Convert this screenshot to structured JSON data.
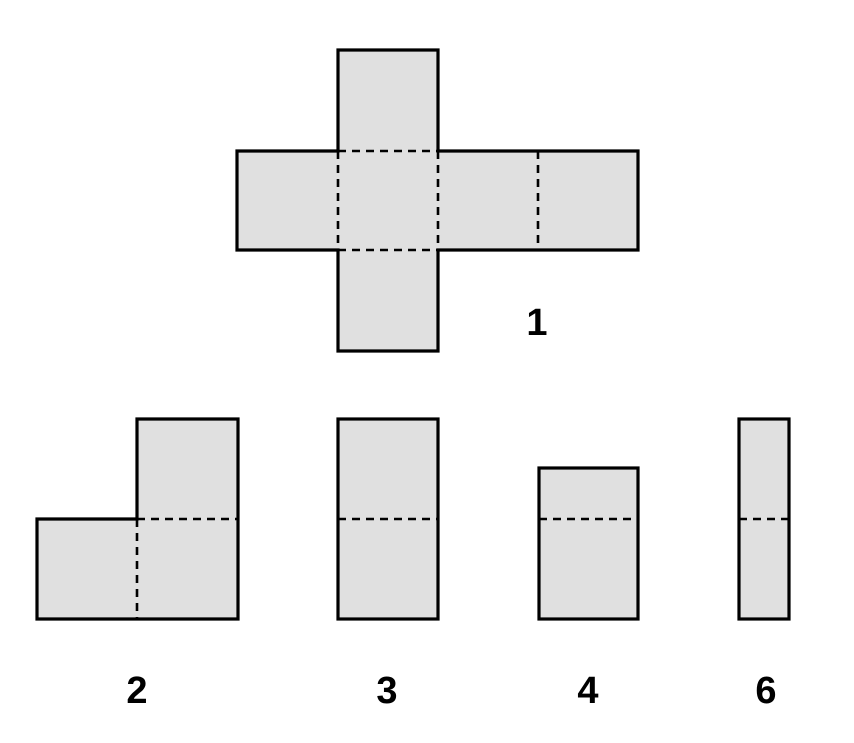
{
  "labels": {
    "net_1": "1",
    "piece_2": "2",
    "piece_3": "3",
    "piece_4": "4",
    "piece_6": "6"
  },
  "colors": {
    "fill": "#e0e0e0",
    "line": "#000000",
    "background": "#ffffff"
  }
}
